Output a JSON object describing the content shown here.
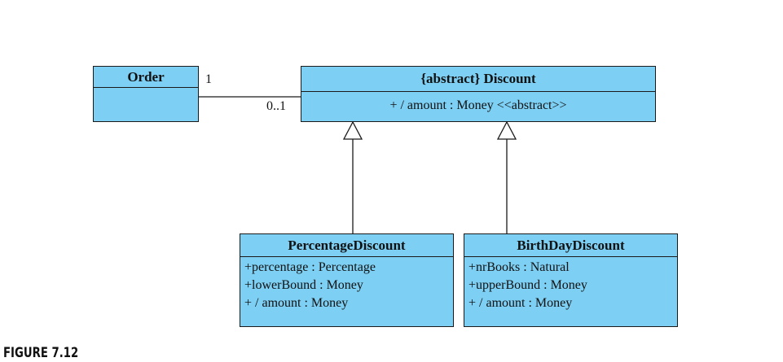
{
  "figure_label": "FIGURE 7.12",
  "classes": {
    "order": {
      "name": "Order"
    },
    "discount": {
      "name": "{abstract} Discount",
      "attributes": [
        "+ / amount : Money <<abstract>>"
      ]
    },
    "percentage_discount": {
      "name": "PercentageDiscount",
      "attributes": [
        "+percentage : Percentage",
        "+lowerBound : Money",
        "+ / amount : Money"
      ]
    },
    "birthday_discount": {
      "name": "BirthDayDiscount",
      "attributes": [
        "+nrBooks : Natural",
        "+upperBound : Money",
        "+ / amount : Money"
      ]
    }
  },
  "association": {
    "order_end_multiplicity": "1",
    "discount_end_multiplicity": "0..1"
  },
  "colors": {
    "class_fill": "#7dcff3",
    "line": "#1a1a1a"
  }
}
